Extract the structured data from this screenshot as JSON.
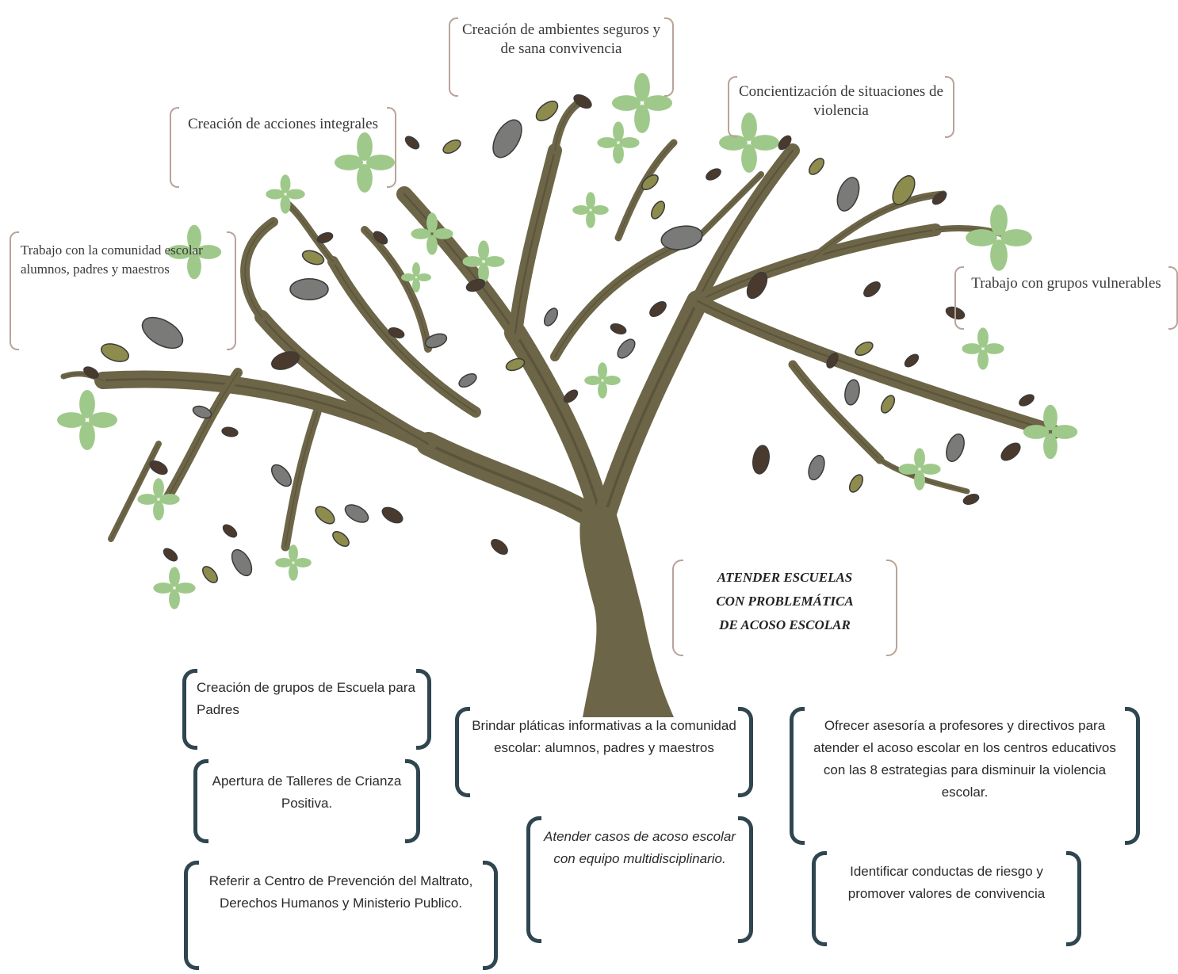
{
  "colors": {
    "trunk": "#6c6547",
    "leaf_green": "#9fc98a",
    "leaf_olive": "#8e8c4c",
    "leaf_gray": "#7a7a78",
    "leaf_brown": "#4a3a2e",
    "bracket_light": "#b8a39a",
    "bracket_dark": "#2f4650"
  },
  "goal": {
    "line1": "ATENDER ESCUELAS",
    "line2": "CON PROBLEMÁTICA",
    "line3": "DE ACOSO ESCOLAR"
  },
  "canopy": {
    "ambientes": "Creación de ambientes seguros y de sana convivencia",
    "acciones": "Creación de acciones integrales",
    "concientizacion": "Concientización de situaciones de violencia",
    "comunidad": "Trabajo con la comunidad escolar alumnos, padres y maestros",
    "vulnerables": "Trabajo con grupos vulnerables"
  },
  "roots": {
    "escuela_padres": "Creación de grupos de Escuela para Padres",
    "talleres": "Apertura de Talleres de Crianza Positiva.",
    "referir": "Referir a Centro de Prevención del Maltrato, Derechos Humanos y Ministerio Publico.",
    "platicas": "Brindar pláticas informativas a la comunidad escolar: alumnos, padres y maestros",
    "atender_casos": "Atender casos de acoso escolar con equipo multidisciplinario.",
    "asesoria": "Ofrecer asesoría a profesores y directivos para atender el acoso escolar en los centros educativos con las 8 estrategias para disminuir la violencia escolar.",
    "identificar": "Identificar conductas de riesgo y promover valores de convivencia"
  }
}
